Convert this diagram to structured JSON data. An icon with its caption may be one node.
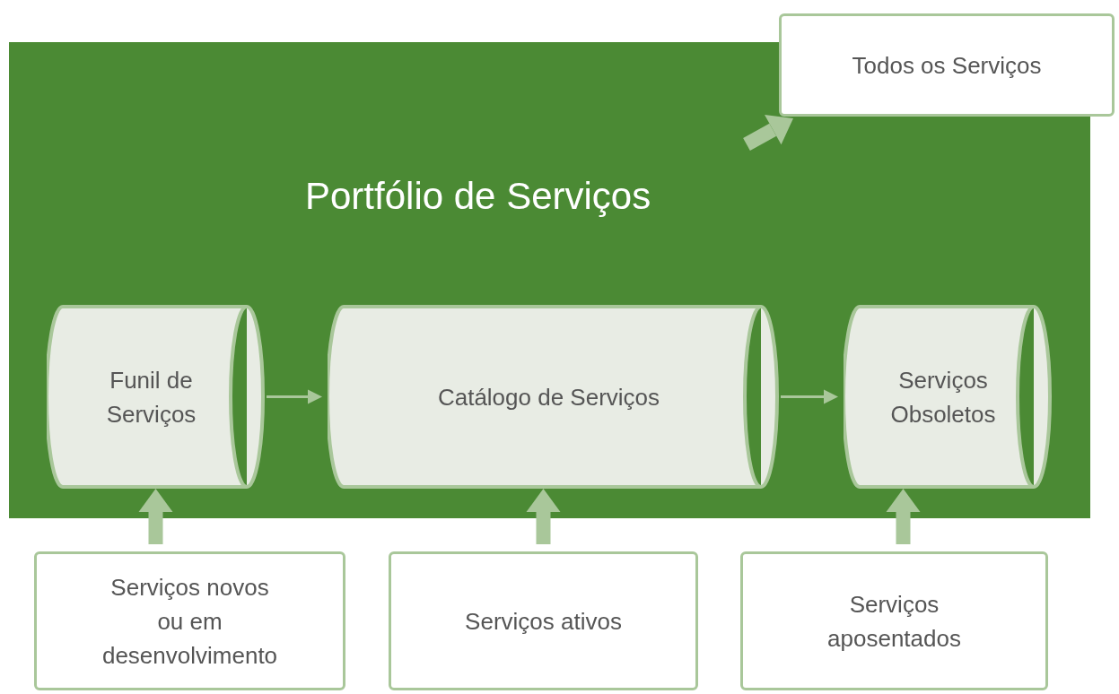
{
  "diagram": {
    "nodes": [
      {
        "text": [
          "Portfólio de Serviços"
        ]
      },
      {
        "text": [
          "Todos os Serviços"
        ]
      },
      {
        "text": [
          "Funil de Serviços"
        ],
        "in": 0
      },
      {
        "text": [
          "Catálogo de Serviços"
        ],
        "in": 0
      },
      {
        "text": [
          "Serviços Obsoletos"
        ],
        "in": 0
      },
      {
        "text": [
          "Serviços novos ou em desenvolvimento"
        ]
      },
      {
        "text": [
          "Serviços ativos"
        ]
      },
      {
        "text": [
          "Serviços aposentados"
        ]
      }
    ],
    "edges": [
      {
        "from": null,
        "to": 1,
        "arrow": "to"
      },
      {
        "from": 2,
        "to": 3,
        "arrow": "to"
      },
      {
        "from": 3,
        "to": 4,
        "arrow": "to"
      },
      {
        "from": 5,
        "to": 2,
        "arrow": "to"
      },
      {
        "from": 6,
        "to": 3,
        "arrow": "to"
      },
      {
        "from": 7,
        "to": 4,
        "arrow": "to"
      }
    ]
  }
}
